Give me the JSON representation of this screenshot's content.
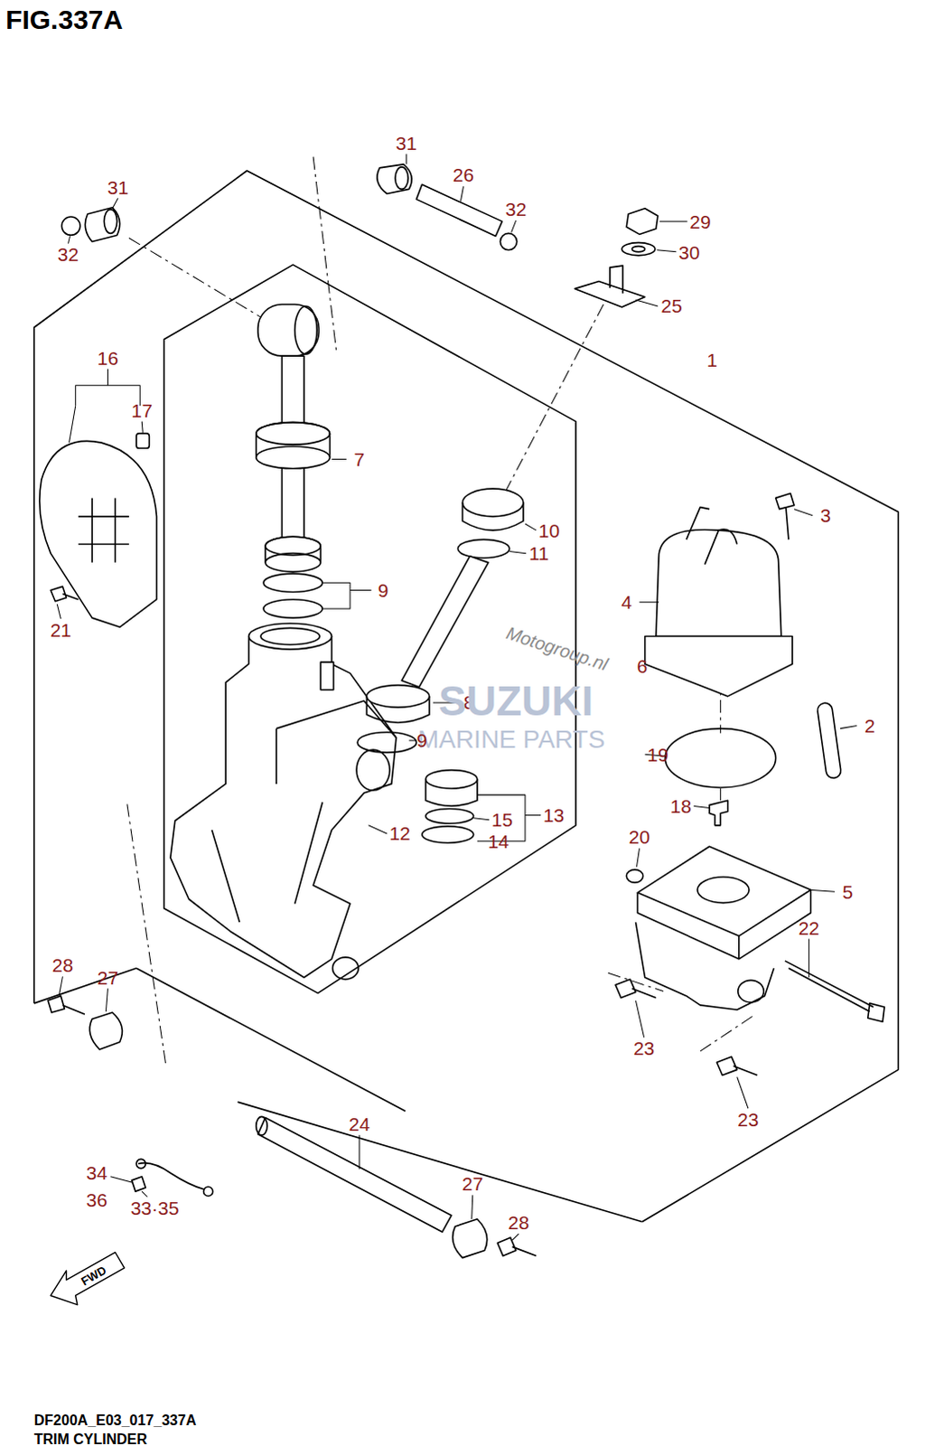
{
  "diagram": {
    "title": "FIG.337A",
    "caption": "TRIM CYLINDER",
    "labels": [
      "31",
      "26",
      "31",
      "32",
      "32",
      "29",
      "30",
      "25",
      "1",
      "16",
      "17",
      "7",
      "3",
      "10",
      "11",
      "9",
      "4",
      "21",
      "Motogroup.nl",
      "6",
      "8",
      "SUZUKI",
      "MARINE PARTS",
      "2",
      "9",
      "19",
      "18",
      "13",
      "15",
      "12",
      "14",
      "20",
      "5",
      "22",
      "28",
      "27",
      "23",
      "23",
      "24",
      "34",
      "36",
      "33·35",
      "27",
      "28",
      "FWD",
      "DF200A_E03_017_337A"
    ]
  }
}
